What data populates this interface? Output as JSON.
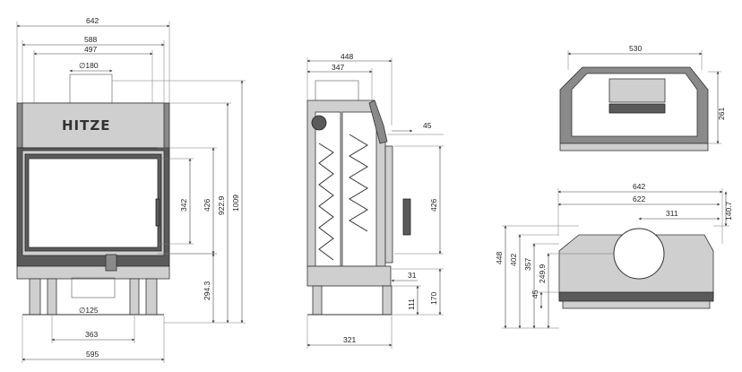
{
  "front_view": {
    "dims": {
      "overall_width": "642",
      "body_width": "588",
      "top_width": "497",
      "flue_top": "∅180",
      "glass_height": "342",
      "door_height": "426",
      "height_922": "922.9",
      "height_1009": "1009",
      "height_294": "294.3",
      "air_inlet": "∅125",
      "leg_span": "363",
      "base_width": "595"
    },
    "logo_text": "HITZE"
  },
  "side_view": {
    "dims": {
      "depth_448": "448",
      "depth_347": "347",
      "offset_45": "45",
      "door_426": "426",
      "gap_31": "31",
      "leg_111": "111",
      "leg_170": "170",
      "base_321": "321"
    }
  },
  "back_view": {
    "dims": {
      "width_530": "530",
      "height_261": "261"
    }
  },
  "top_view": {
    "dims": {
      "width_642": "642",
      "width_622": "622",
      "offset_311": "311",
      "depth_140": "140.7",
      "depth_448": "448",
      "depth_402": "402",
      "depth_357": "357",
      "depth_249": "249.9",
      "depth_45": "45"
    }
  }
}
